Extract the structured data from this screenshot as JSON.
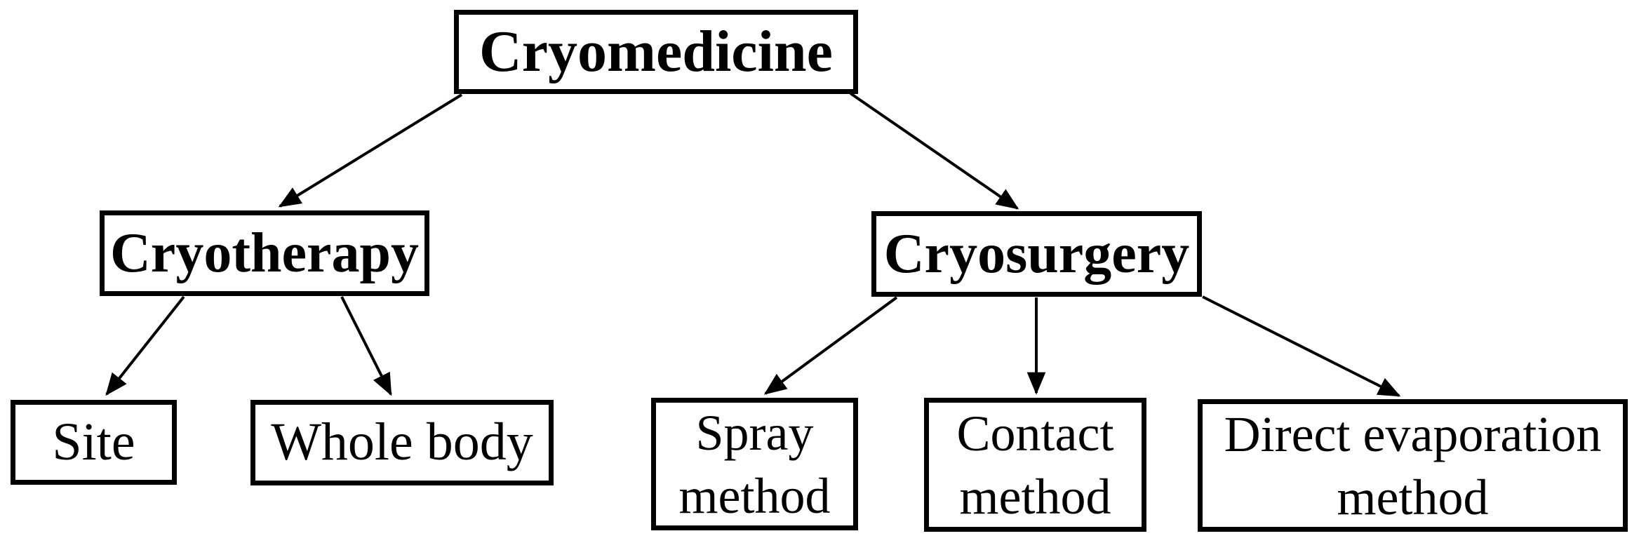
{
  "colors": {
    "background": "#ffffff",
    "box_border": "#000000",
    "text": "#000000",
    "arrow": "#000000"
  },
  "diagram": {
    "type": "tree-flowchart",
    "nodes": [
      {
        "id": "cryomedicine",
        "label": "Cryomedicine",
        "lines": [
          "Cryomedicine"
        ],
        "emphasis": "bold",
        "level": 1
      },
      {
        "id": "cryotherapy",
        "label": "Cryotherapy",
        "lines": [
          "Cryotherapy"
        ],
        "emphasis": "bold",
        "level": 2
      },
      {
        "id": "cryosurgery",
        "label": "Cryosurgery",
        "lines": [
          "Cryosurgery"
        ],
        "emphasis": "bold",
        "level": 2
      },
      {
        "id": "site",
        "label": "Site",
        "lines": [
          "Site"
        ],
        "emphasis": "regular",
        "level": 3
      },
      {
        "id": "whole-body",
        "label": "Whole body",
        "lines": [
          "Whole body"
        ],
        "emphasis": "regular",
        "level": 3
      },
      {
        "id": "spray-method",
        "label": "Spray method",
        "lines": [
          "Spray",
          "method"
        ],
        "emphasis": "regular",
        "level": 3
      },
      {
        "id": "contact-method",
        "label": "Contact method",
        "lines": [
          "Contact",
          "method"
        ],
        "emphasis": "regular",
        "level": 3
      },
      {
        "id": "direct-evaporation-method",
        "label": "Direct evaporation method",
        "lines": [
          "Direct evaporation",
          "method"
        ],
        "emphasis": "regular",
        "level": 3
      }
    ],
    "edges": [
      {
        "from": "cryomedicine",
        "to": "cryotherapy"
      },
      {
        "from": "cryomedicine",
        "to": "cryosurgery"
      },
      {
        "from": "cryotherapy",
        "to": "site"
      },
      {
        "from": "cryotherapy",
        "to": "whole-body"
      },
      {
        "from": "cryosurgery",
        "to": "spray-method"
      },
      {
        "from": "cryosurgery",
        "to": "contact-method"
      },
      {
        "from": "cryosurgery",
        "to": "direct-evaporation-method"
      }
    ]
  }
}
